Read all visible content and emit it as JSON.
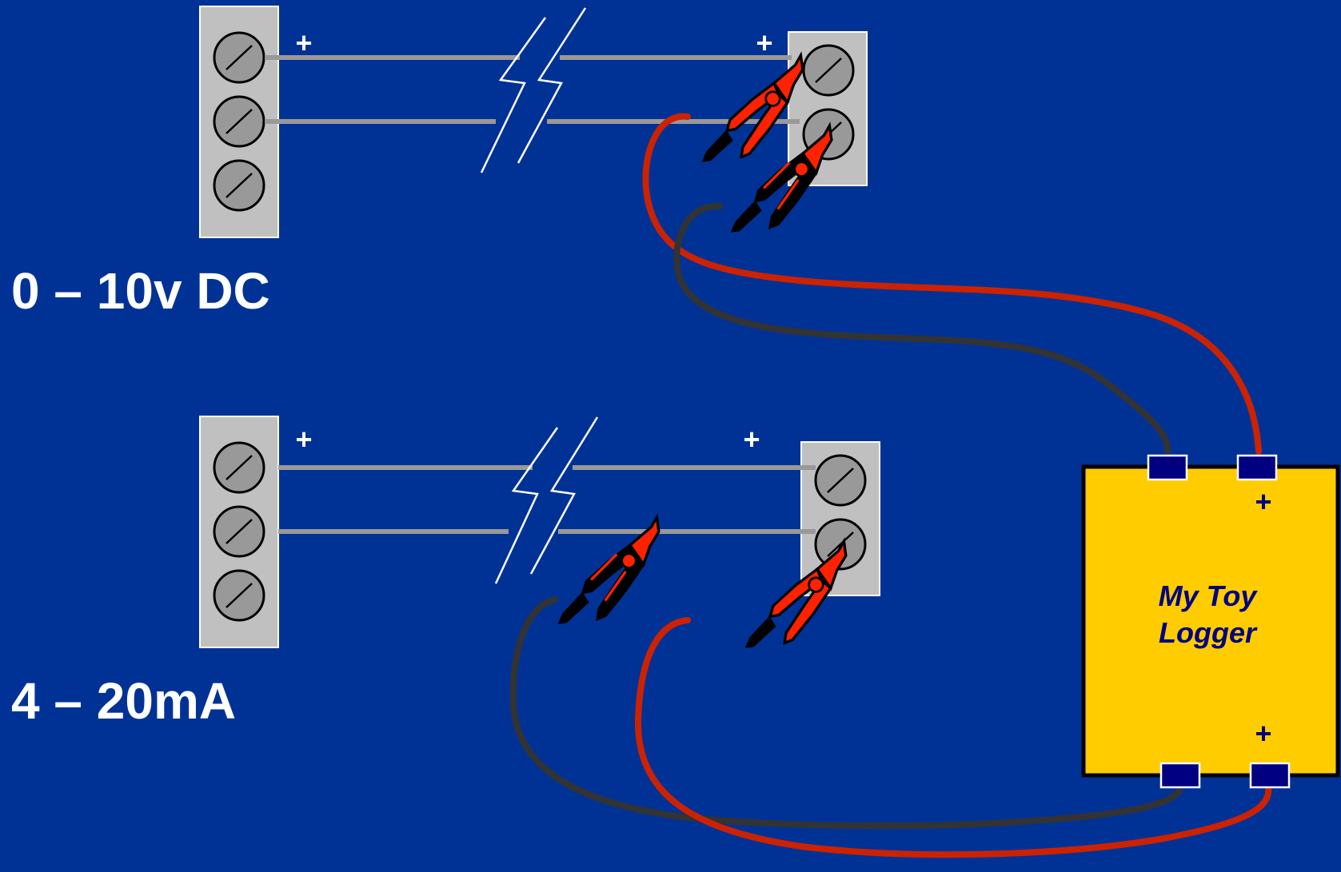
{
  "labels": {
    "voltage_section": "0 – 10v DC",
    "current_section": "4 – 20mA"
  },
  "polarity": {
    "plus": "+"
  },
  "logger": {
    "title_line1": "My Toy",
    "title_line2": "Logger"
  },
  "colors": {
    "background": "#003296",
    "terminal_block": "#c0c0c0",
    "screw": "#999999",
    "wire": "#999999",
    "lead_red": "#cc2200",
    "lead_black": "#333333",
    "clip_red": "#ff2200",
    "logger_body": "#ffcc00",
    "logger_port": "#000080",
    "logger_text": "#000080"
  }
}
